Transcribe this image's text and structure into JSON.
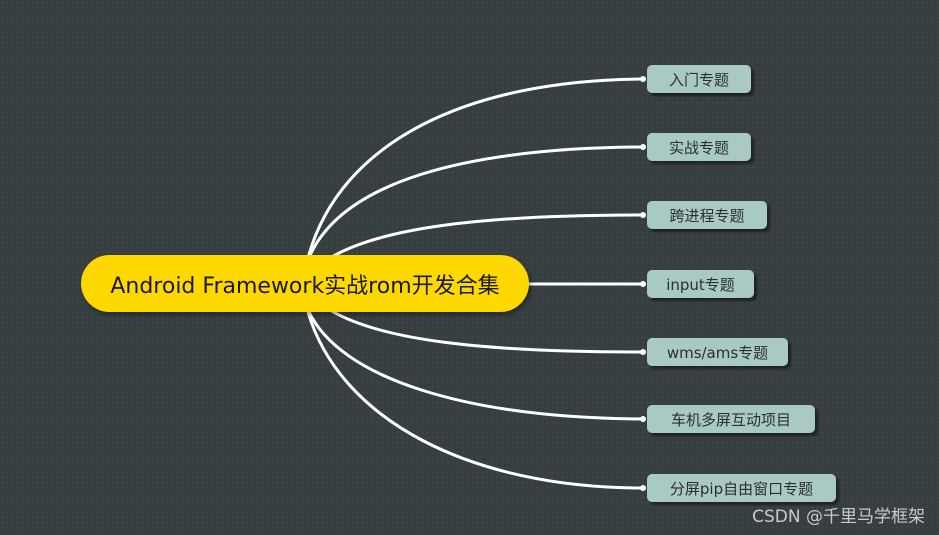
{
  "root": {
    "label": "Android Framework实战rom开发合集"
  },
  "topics": [
    "入门专题",
    "实战专题",
    "跨进程专题",
    "input专题",
    "wms/ams专题",
    "车机多屏互动项目",
    "分屏pip自由窗口专题"
  ],
  "watermark": "CSDN @千里马学框架",
  "colors": {
    "background": "#373e40",
    "root_fill": "#ffd800",
    "topic_fill": "#a8cac2",
    "connector": "#ffffff"
  }
}
